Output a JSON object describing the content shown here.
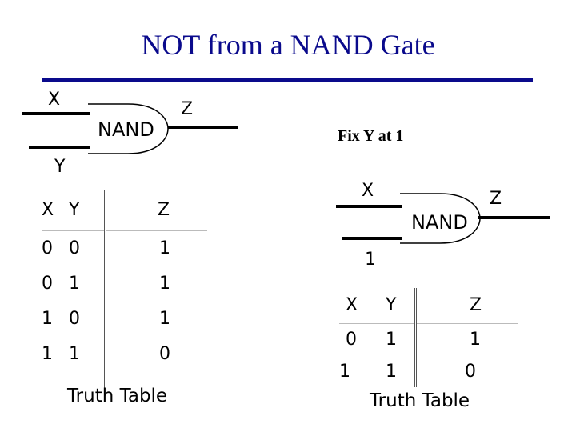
{
  "title": "NOT from a NAND Gate",
  "left_circuit": {
    "input_x": "X",
    "input_y": "Y",
    "output": "Z",
    "gate_label": "NAND"
  },
  "right_circuit": {
    "note": "Fix Y at 1",
    "input_x": "X",
    "input_y_fixed": "1",
    "output": "Z",
    "gate_label": "NAND"
  },
  "left_table": {
    "headers": [
      "X",
      "Y",
      "Z"
    ],
    "rows": [
      [
        "0",
        "0",
        "1"
      ],
      [
        "0",
        "1",
        "1"
      ],
      [
        "1",
        "0",
        "1"
      ],
      [
        "1",
        "1",
        "0"
      ]
    ],
    "caption": "Truth Table"
  },
  "right_table": {
    "headers": [
      "X",
      "Y",
      "Z"
    ],
    "rows": [
      [
        "0",
        "1",
        "1"
      ],
      [
        "1",
        "1",
        "0"
      ]
    ],
    "caption": "Truth Table"
  }
}
